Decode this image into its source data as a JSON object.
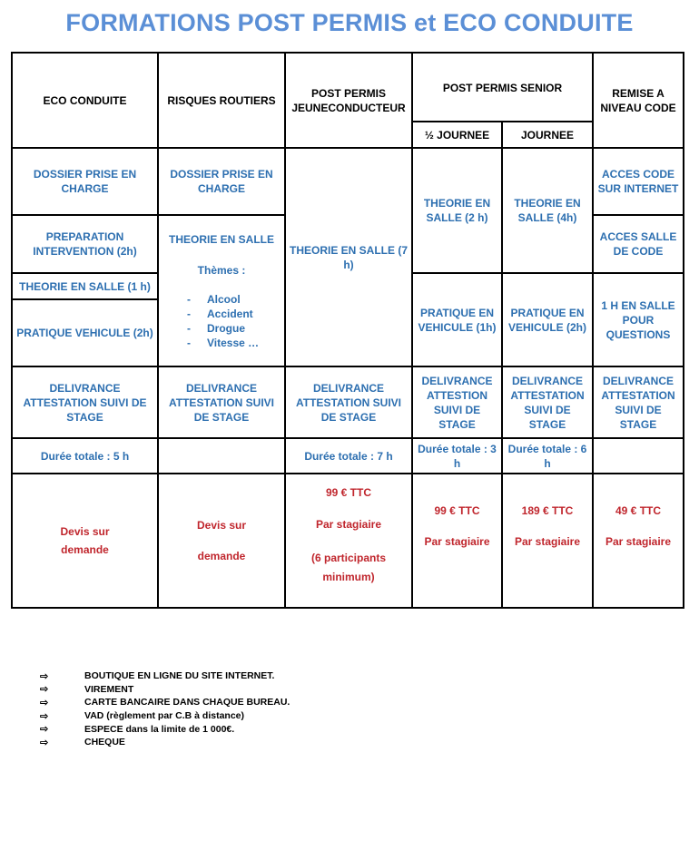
{
  "title": "FORMATIONS POST PERMIS et ECO CONDUITE",
  "headers": {
    "eco": "ECO CONDUITE",
    "risques": "RISQUES ROUTIERS",
    "jeune": "POST PERMIS JEUNECONDUCTEUR",
    "senior": "POST PERMIS SENIOR",
    "senior_half": "½ JOURNEE",
    "senior_full": "JOURNEE",
    "remise": "REMISE A NIVEAU CODE"
  },
  "eco": {
    "r1": "DOSSIER PRISE EN CHARGE",
    "r2": "PREPARATION INTERVENTION (2h)",
    "r3": "THEORIE EN SALLE (1 h)",
    "r4": "PRATIQUE VEHICULE (2h)",
    "delivrance": "DELIVRANCE ATTESTATION SUIVI DE STAGE",
    "duree": "Durée totale : 5 h",
    "price_1": "Devis sur",
    "price_2": "demande"
  },
  "risques": {
    "r1": "DOSSIER PRISE EN CHARGE",
    "r2": "THEORIE EN SALLE",
    "themes_label": "Thèmes :",
    "themes": [
      "Alcool",
      "Accident",
      "Drogue",
      "Vitesse …"
    ],
    "delivrance": "DELIVRANCE ATTESTATION SUIVI DE STAGE",
    "duree": "",
    "price_1": "Devis sur",
    "price_2": "demande"
  },
  "jeune": {
    "theorie": "THEORIE EN SALLE (7 h)",
    "delivrance": "DELIVRANCE ATTESTATION SUIVI DE STAGE",
    "duree": "Durée totale : 7 h",
    "price_1": "99 € TTC",
    "price_2": "Par stagiaire",
    "price_3": "(6 participants minimum)"
  },
  "senior_half": {
    "theorie": "THEORIE EN SALLE (2 h)",
    "pratique": "PRATIQUE EN VEHICULE (1h)",
    "delivrance": "DELIVRANCE ATTESTION SUIVI DE STAGE",
    "duree": "Durée totale : 3 h",
    "price_1": "99 € TTC",
    "price_2": "Par stagiaire"
  },
  "senior_full": {
    "theorie": "THEORIE EN SALLE (4h)",
    "pratique": "PRATIQUE EN VEHICULE (2h)",
    "delivrance": "DELIVRANCE ATTESTATION SUIVI DE STAGE",
    "duree": "Durée totale : 6 h",
    "price_1": "189 € TTC",
    "price_2": "Par stagiaire"
  },
  "remise": {
    "r1": "ACCES CODE SUR INTERNET",
    "r2": "ACCES SALLE DE CODE",
    "r3": "1 H EN SALLE POUR QUESTIONS",
    "delivrance": "DELIVRANCE ATTESTATION SUIVI DE STAGE",
    "duree": "",
    "price_1": "49 € TTC",
    "price_2": "Par stagiaire"
  },
  "payment": {
    "arrow": "⇨",
    "items": [
      "BOUTIQUE EN LIGNE DU SITE INTERNET.",
      "VIREMENT",
      "CARTE BANCAIRE DANS CHAQUE BUREAU.",
      "VAD (règlement par C.B à distance)",
      "ESPECE dans la limite de 1 000€.",
      "CHEQUE"
    ]
  },
  "colors": {
    "title": "#5b8fd6",
    "blue": "#2d6fb0",
    "red": "#c0262d"
  }
}
